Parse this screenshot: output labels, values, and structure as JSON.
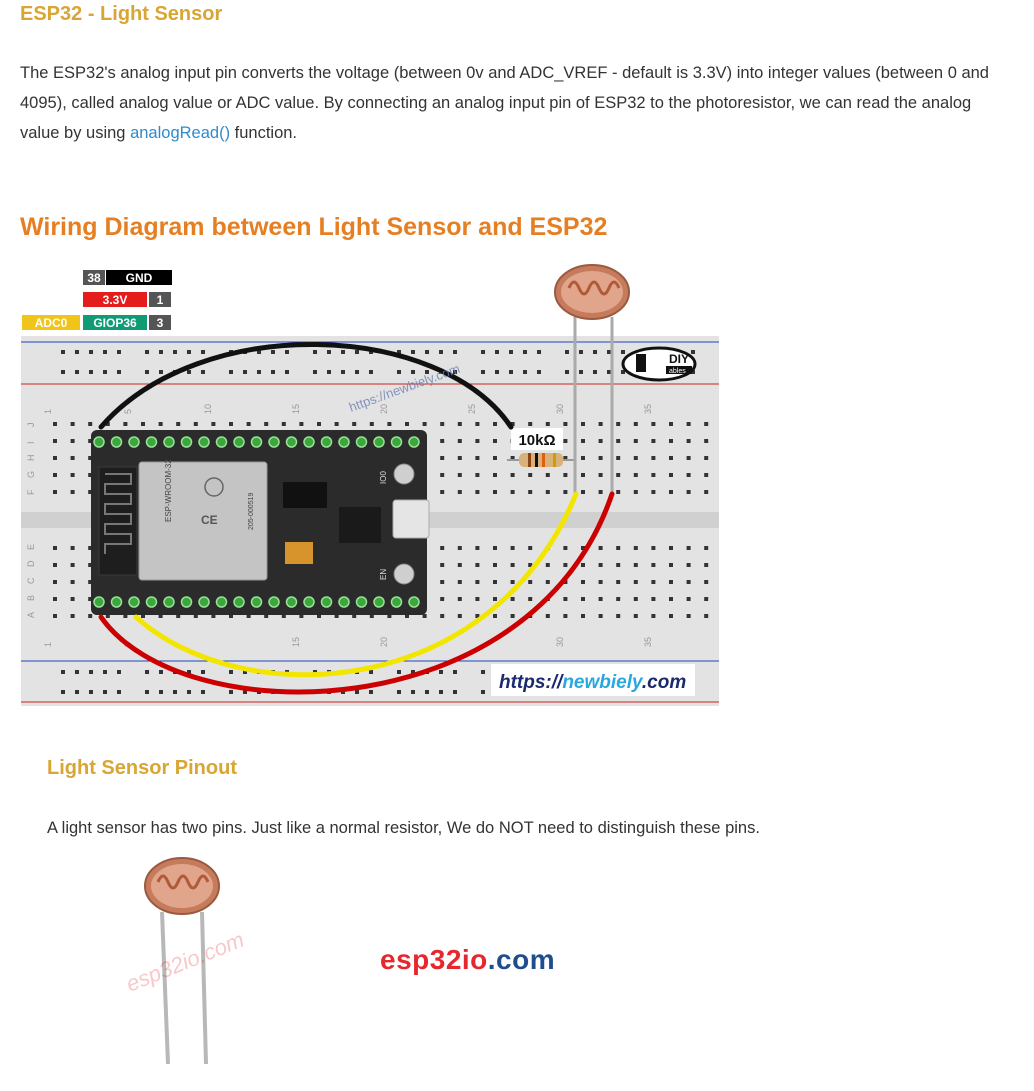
{
  "section_title": "ESP32 - Light Sensor",
  "intro": {
    "text_before_link": "The ESP32's analog input pin converts the voltage (between 0v and ADC_VREF - default is 3.3V) into integer values (between 0 and 4095), called analog value or ADC value. By connecting an analog input pin of ESP32 to the photoresistor, we can read the analog value by using ",
    "link_text": "analogRead()",
    "text_after_link": " function."
  },
  "wiring_title": "Wiring Diagram between Light Sensor and ESP32",
  "diagram": {
    "pin_labels": [
      {
        "num": "38",
        "name": "GND"
      },
      {
        "num": "1",
        "name": "3.3V"
      },
      {
        "num": "3",
        "name": "GIOP36",
        "tag": "ADC0"
      }
    ],
    "resistor_label": "10kΩ",
    "watermark": "https://newbiely.com",
    "url_banner_prefix": "https://",
    "url_banner_domain": "newbiely",
    "url_banner_suffix": ".com",
    "logo_text": "DIY",
    "logo_sub": "ables",
    "column_numbers": [
      "1",
      "5",
      "10",
      "15",
      "20",
      "25",
      "30",
      "35"
    ],
    "row_letters_top": [
      "J",
      "I",
      "H",
      "G",
      "F"
    ],
    "row_letters_bottom": [
      "E",
      "D",
      "C",
      "B",
      "A"
    ],
    "module_text": [
      "ESP-WROOM-32",
      "205-000519",
      "IO0",
      "EN"
    ],
    "colors": {
      "gnd_wire": "#111111",
      "vcc_wire": "#cc0000",
      "signal_wire": "#f2e600"
    }
  },
  "pinout_title": "Light Sensor Pinout",
  "pinout_text": "A light sensor has two pins. Just like a normal resistor, We do NOT need to distinguish these pins.",
  "pinout_watermark": "esp32io.com",
  "brand": {
    "part1": "esp32io",
    "part2": ".com"
  }
}
